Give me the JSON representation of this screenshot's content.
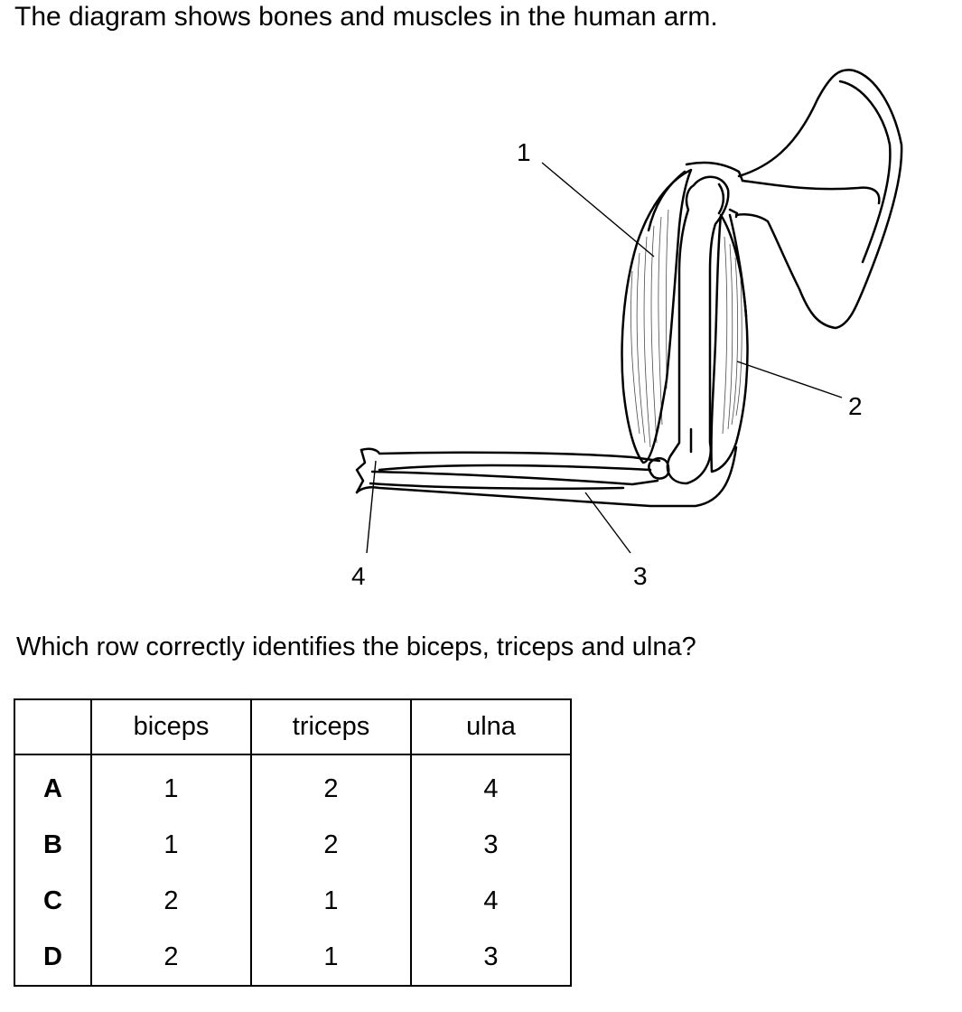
{
  "intro_text": "The diagram shows bones and muscles in the human arm.",
  "diagram": {
    "labels": [
      "1",
      "2",
      "3",
      "4"
    ]
  },
  "question_text": "Which row correctly identifies the biceps, triceps and ulna?",
  "table": {
    "headers": [
      "biceps",
      "triceps",
      "ulna"
    ],
    "rows": [
      {
        "key": "A",
        "biceps": "1",
        "triceps": "2",
        "ulna": "4"
      },
      {
        "key": "B",
        "biceps": "1",
        "triceps": "2",
        "ulna": "3"
      },
      {
        "key": "C",
        "biceps": "2",
        "triceps": "1",
        "ulna": "4"
      },
      {
        "key": "D",
        "biceps": "2",
        "triceps": "1",
        "ulna": "3"
      }
    ]
  }
}
